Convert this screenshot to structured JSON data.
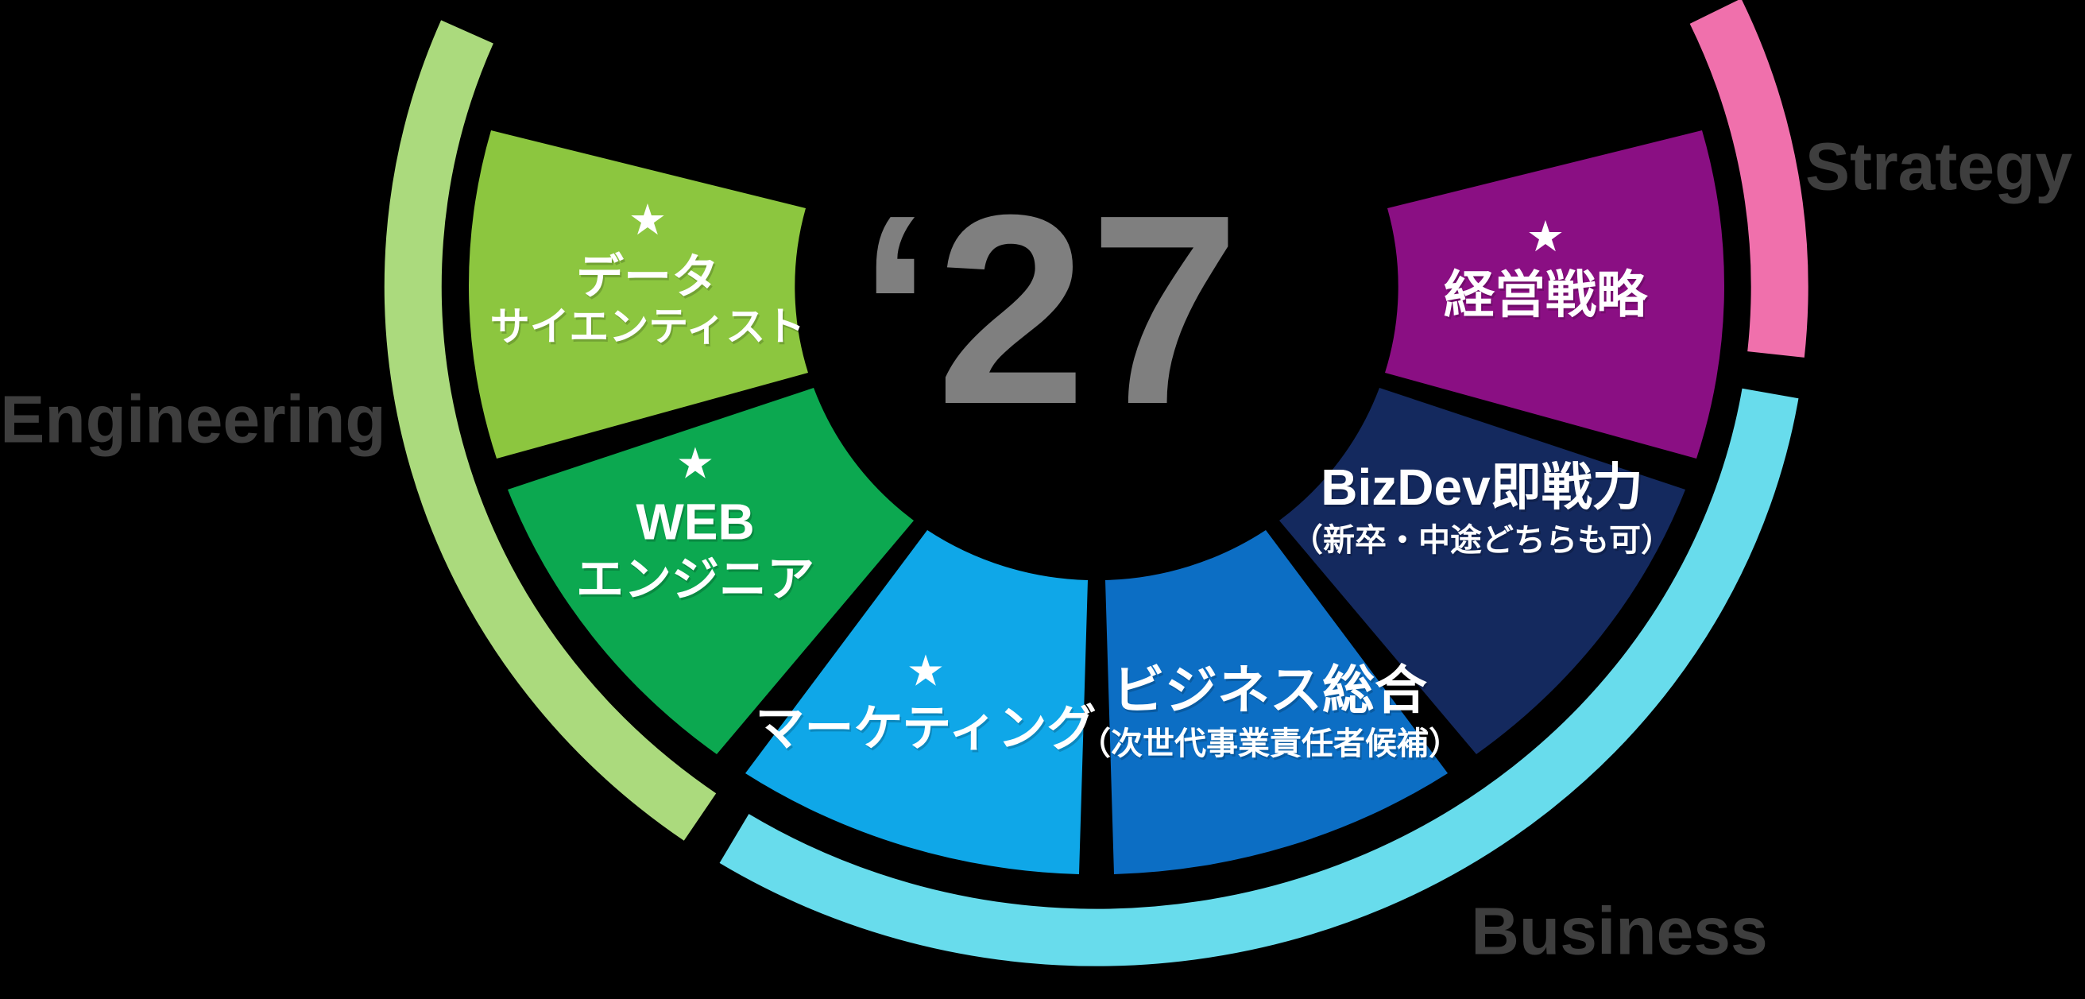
{
  "center": {
    "year_label": "‘27"
  },
  "star_glyph": "★",
  "background_color": "#000000",
  "center_year_color": "#7f7f7f",
  "outer_label_color": "#3e3e3e",
  "segments": [
    {
      "id": "data-scientist",
      "has_star": true,
      "lines": [
        "データ",
        "サイエンティスト"
      ],
      "color": "#8CC63F"
    },
    {
      "id": "web-engineer",
      "has_star": true,
      "lines": [
        "WEB",
        "エンジニア"
      ],
      "color": "#0CA850"
    },
    {
      "id": "marketing",
      "has_star": true,
      "lines": [
        "マーケティング"
      ],
      "color": "#0FA7E8"
    },
    {
      "id": "business-general",
      "has_star": false,
      "lines": [
        "ビジネス総合",
        "（次世代事業責任者候補）"
      ],
      "color": "#0C6EC4"
    },
    {
      "id": "bizdev",
      "has_star": false,
      "lines": [
        "BizDev即戦力",
        "（新卒・中途どちらも可）"
      ],
      "color": "#14295E"
    },
    {
      "id": "corporate-strategy",
      "has_star": true,
      "lines": [
        "経営戦略"
      ],
      "color": "#8A0F83"
    }
  ],
  "rings": [
    {
      "id": "engineering",
      "label": "Engineering",
      "color": "#ABDA7D",
      "covers": [
        "data-scientist",
        "web-engineer"
      ]
    },
    {
      "id": "business",
      "label": "Business",
      "color": "#68DCEC",
      "covers": [
        "marketing",
        "business-general",
        "bizdev"
      ]
    },
    {
      "id": "strategy",
      "label": "Strategy",
      "color": "#F070AC",
      "covers": [
        "corporate-strategy"
      ]
    }
  ]
}
